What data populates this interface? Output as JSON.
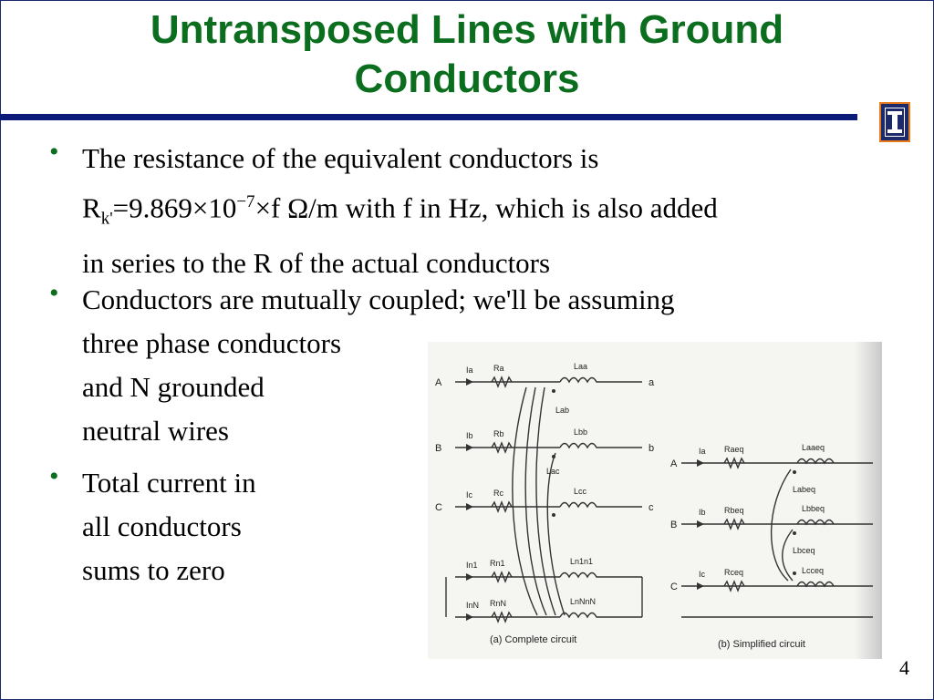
{
  "slide": {
    "title_line1": "Untransposed Lines with Ground",
    "title_line2": "Conductors",
    "page_number": "4"
  },
  "bullets": {
    "b1_line1": "The resistance of the equivalent conductors is",
    "b1_R": "R",
    "b1_sub": "k'",
    "b1_value": "=9.869×10",
    "b1_exp": "−7",
    "b1_rest": "×f Ω/m with f in Hz, which is also added",
    "b1_line3": "in series to the R of the actual conductors",
    "b2_line1": "Conductors are mutually coupled; we'll be assuming",
    "b2_line2": "three phase conductors",
    "b2_line3": "and N grounded",
    "b2_line4": "neutral wires",
    "b3_line1": "Total current in",
    "b3_line2": "all conductors",
    "b3_line3": "sums to zero"
  },
  "figure": {
    "caption_a": "(a)  Complete circuit",
    "caption_b": "(b)  Simplified circuit",
    "a_nodes": [
      "A",
      "B",
      "C"
    ],
    "a_out": [
      "a",
      "b",
      "c"
    ],
    "a_currents": [
      "Ia",
      "Ib",
      "Ic",
      "In1",
      "InN"
    ],
    "a_resistors": [
      "Ra",
      "Rb",
      "Rc",
      "Rn1",
      "RnN"
    ],
    "a_inductors": [
      "Laa",
      "Lbb",
      "Lcc",
      "Ln1n1",
      "LnNnN"
    ],
    "a_mutual": [
      "Lab",
      "Lac"
    ],
    "b_nodes": [
      "A",
      "B",
      "C"
    ],
    "b_currents": [
      "Ia",
      "Ib",
      "Ic"
    ],
    "b_resistors": [
      "Raeq",
      "Rbeq",
      "Rceq"
    ],
    "b_inductors": [
      "Laaeq",
      "Lbbeq",
      "Lcceq"
    ],
    "b_mutual": [
      "Labeq",
      "Lbceq"
    ]
  }
}
